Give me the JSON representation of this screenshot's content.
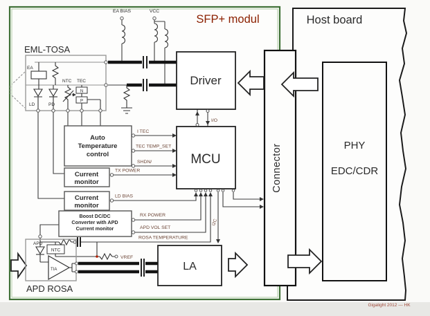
{
  "colors": {
    "module_border": "#3f7036",
    "module_border_light": "#b7d0ab",
    "title_red": "#8b2000",
    "signal_label": "#6b4435",
    "ink": "#2a2a2a",
    "wire": "#3c3c3c",
    "copyright": "#a04a3a"
  },
  "sfp_module": {
    "title": "SFP+ modul",
    "power": {
      "ea_bias": "EA BIAS",
      "vcc": "VCC"
    },
    "eml_tosa": {
      "label": "EML-TOSA",
      "ea": "EA",
      "ld": "LD",
      "pd": "PD",
      "ntc": "NTC",
      "tec": "TEC",
      "tec_n": "N",
      "tec_p": "P"
    },
    "blocks": {
      "driver": "Driver",
      "mcu": "MCU",
      "atc": {
        "l1": "Auto",
        "l2": "Temperature",
        "l3": "control"
      },
      "cm1": {
        "l1": "Current",
        "l2": "monitor"
      },
      "cm2": {
        "l1": "Current",
        "l2": "monitor"
      },
      "boost": {
        "l1": "Boost DC/DC",
        "l2": "Converter with APD",
        "l3": "Current monitor"
      },
      "la": "LA"
    },
    "apd_rosa": {
      "label": "APD ROSA",
      "apd": "APD",
      "ntc": "NTC",
      "tia": "TIA"
    },
    "signals": {
      "io": "I/O",
      "i_tec": "I TEC",
      "tec_temp_set": "TEC TEMP_SET",
      "shdn": "SHDN/",
      "tx_power": "TX POWER",
      "ld_bias": "LD BIAS",
      "rx_power": "RX POWER",
      "apd_vol_set": "APD VOL SET",
      "rosa_temperature": "ROSA TEMPERATURE",
      "i2c": "I2C",
      "vref": "VREF"
    }
  },
  "host_board": {
    "title": "Host board",
    "connector_label": "Connector",
    "phy": {
      "l1": "PHY",
      "l2": "EDC/CDR"
    }
  },
  "footer": {
    "copyright": "Gigalight 2012 --- HK"
  }
}
